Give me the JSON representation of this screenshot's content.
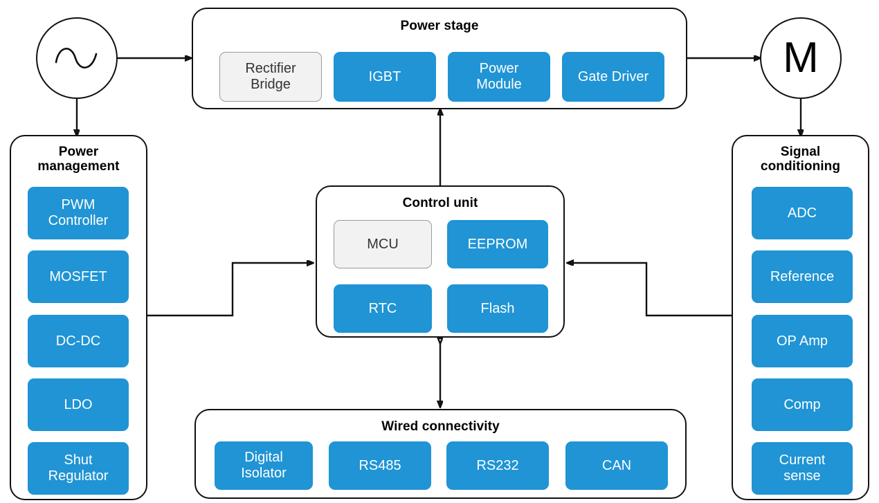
{
  "diagram": {
    "title_hidden": "",
    "accent_blue": "#2094d4",
    "neutral_grey": "#f2f2f2",
    "line_color": "#111111"
  },
  "symbols": {
    "ac_source": {
      "name": "ac-source",
      "glyph": "sine-wave"
    },
    "motor": {
      "name": "motor",
      "label": "M"
    }
  },
  "groups": {
    "power_stage": {
      "title": "Power stage",
      "blocks": [
        {
          "label": "Rectifier Bridge",
          "line1": "Rectifier",
          "line2": "Bridge",
          "style": "grey"
        },
        {
          "label": "IGBT",
          "line1": "IGBT",
          "line2": "",
          "style": "blue"
        },
        {
          "label": "Power Module",
          "line1": "Power",
          "line2": "Module",
          "style": "blue"
        },
        {
          "label": "Gate Driver",
          "line1": "Gate Driver",
          "line2": "",
          "style": "blue"
        }
      ]
    },
    "power_management": {
      "title_line1": "Power",
      "title_line2": "management",
      "title": "Power management",
      "blocks": [
        {
          "label": "PWM Controller",
          "line1": "PWM",
          "line2": "Controller",
          "style": "blue"
        },
        {
          "label": "MOSFET",
          "line1": "MOSFET",
          "line2": "",
          "style": "blue"
        },
        {
          "label": "DC-DC",
          "line1": "DC-DC",
          "line2": "",
          "style": "blue"
        },
        {
          "label": "LDO",
          "line1": "LDO",
          "line2": "",
          "style": "blue"
        },
        {
          "label": "Shut Regulator",
          "line1": "Shut",
          "line2": "Regulator",
          "style": "blue"
        }
      ]
    },
    "control_unit": {
      "title": "Control unit",
      "blocks": [
        {
          "label": "MCU",
          "line1": "MCU",
          "line2": "",
          "style": "grey"
        },
        {
          "label": "EEPROM",
          "line1": "EEPROM",
          "line2": "",
          "style": "blue"
        },
        {
          "label": "RTC",
          "line1": "RTC",
          "line2": "",
          "style": "blue"
        },
        {
          "label": "Flash",
          "line1": "Flash",
          "line2": "",
          "style": "blue"
        }
      ]
    },
    "signal_conditioning": {
      "title_line1": "Signal",
      "title_line2": "conditioning",
      "title": "Signal conditioning",
      "blocks": [
        {
          "label": "ADC",
          "line1": "ADC",
          "line2": "",
          "style": "blue"
        },
        {
          "label": "Reference",
          "line1": "Reference",
          "line2": "",
          "style": "blue"
        },
        {
          "label": "OP Amp",
          "line1": "OP Amp",
          "line2": "",
          "style": "blue"
        },
        {
          "label": "Comp",
          "line1": "Comp",
          "line2": "",
          "style": "blue"
        },
        {
          "label": "Current sense",
          "line1": "Current",
          "line2": "sense",
          "style": "blue"
        }
      ]
    },
    "wired_connectivity": {
      "title": "Wired connectivity",
      "blocks": [
        {
          "label": "Digital Isolator",
          "line1": "Digital",
          "line2": "Isolator",
          "style": "blue"
        },
        {
          "label": "RS485",
          "line1": "RS485",
          "line2": "",
          "style": "blue"
        },
        {
          "label": "RS232",
          "line1": "RS232",
          "line2": "",
          "style": "blue"
        },
        {
          "label": "CAN",
          "line1": "CAN",
          "line2": "",
          "style": "blue"
        }
      ]
    }
  },
  "connections": [
    {
      "from": "ac-source",
      "to": "power-stage",
      "direction": "one-way"
    },
    {
      "from": "ac-source",
      "to": "power-management",
      "direction": "one-way"
    },
    {
      "from": "power-stage",
      "to": "motor",
      "direction": "one-way"
    },
    {
      "from": "motor",
      "to": "signal-conditioning",
      "direction": "one-way"
    },
    {
      "from": "control-unit",
      "to": "power-stage",
      "direction": "one-way"
    },
    {
      "from": "power-management",
      "to": "control-unit",
      "direction": "one-way"
    },
    {
      "from": "signal-conditioning",
      "to": "control-unit",
      "direction": "one-way"
    },
    {
      "from": "control-unit",
      "to": "wired-connectivity",
      "direction": "two-way"
    }
  ]
}
